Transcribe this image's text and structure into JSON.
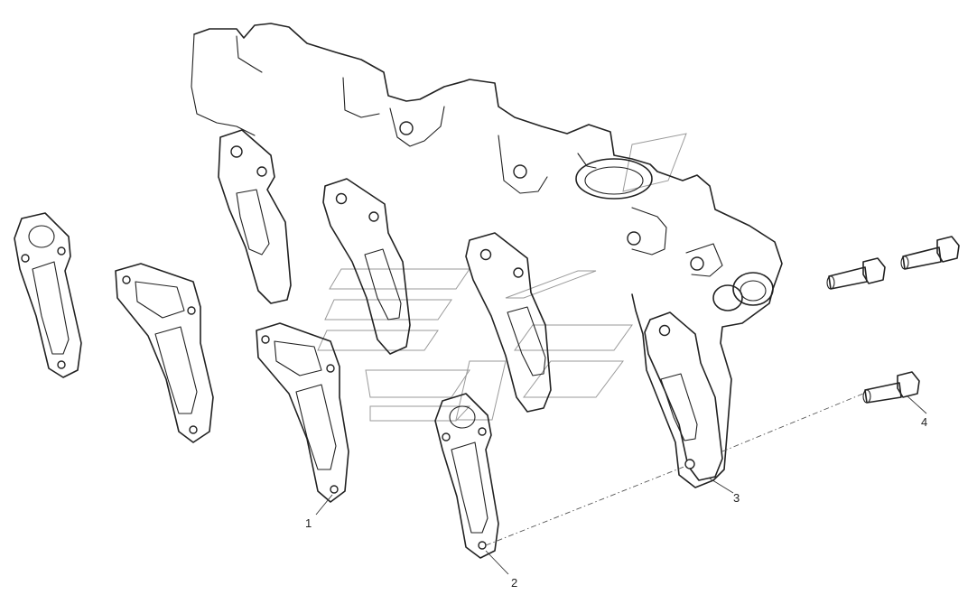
{
  "callouts": [
    {
      "id": "1",
      "label": "1"
    },
    {
      "id": "2",
      "label": "2"
    },
    {
      "id": "3",
      "label": "3"
    },
    {
      "id": "4",
      "label": "4"
    }
  ],
  "colors": {
    "line": "#222222",
    "watermark": "#9a9a9a",
    "background": "#ffffff"
  }
}
